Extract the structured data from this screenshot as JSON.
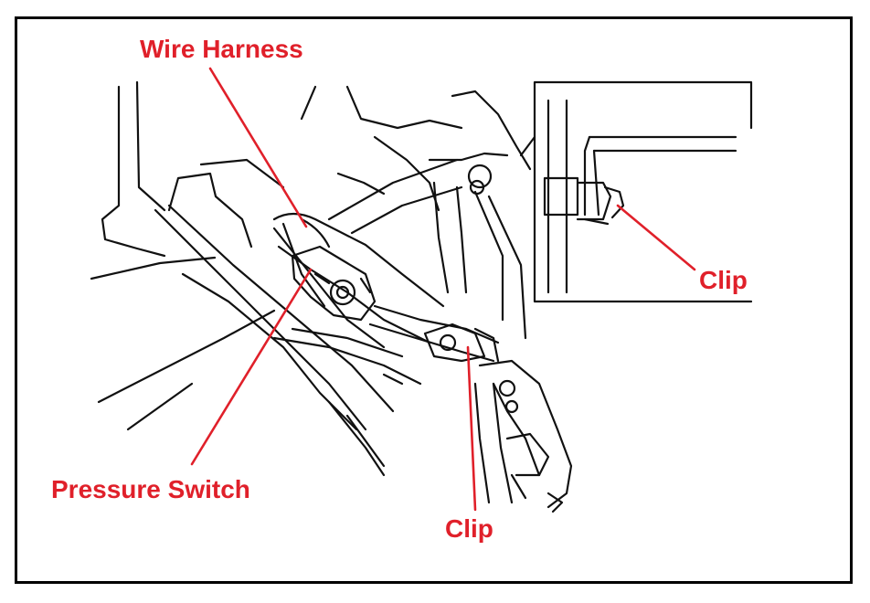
{
  "labels": {
    "wire_harness": "Wire Harness",
    "pressure_switch": "Pressure Switch",
    "clip_right": "Clip",
    "clip_bottom": "Clip"
  },
  "colors": {
    "label": "#e0202a",
    "leader": "#e0202a",
    "linework": "#111111",
    "frame": "#000000"
  }
}
